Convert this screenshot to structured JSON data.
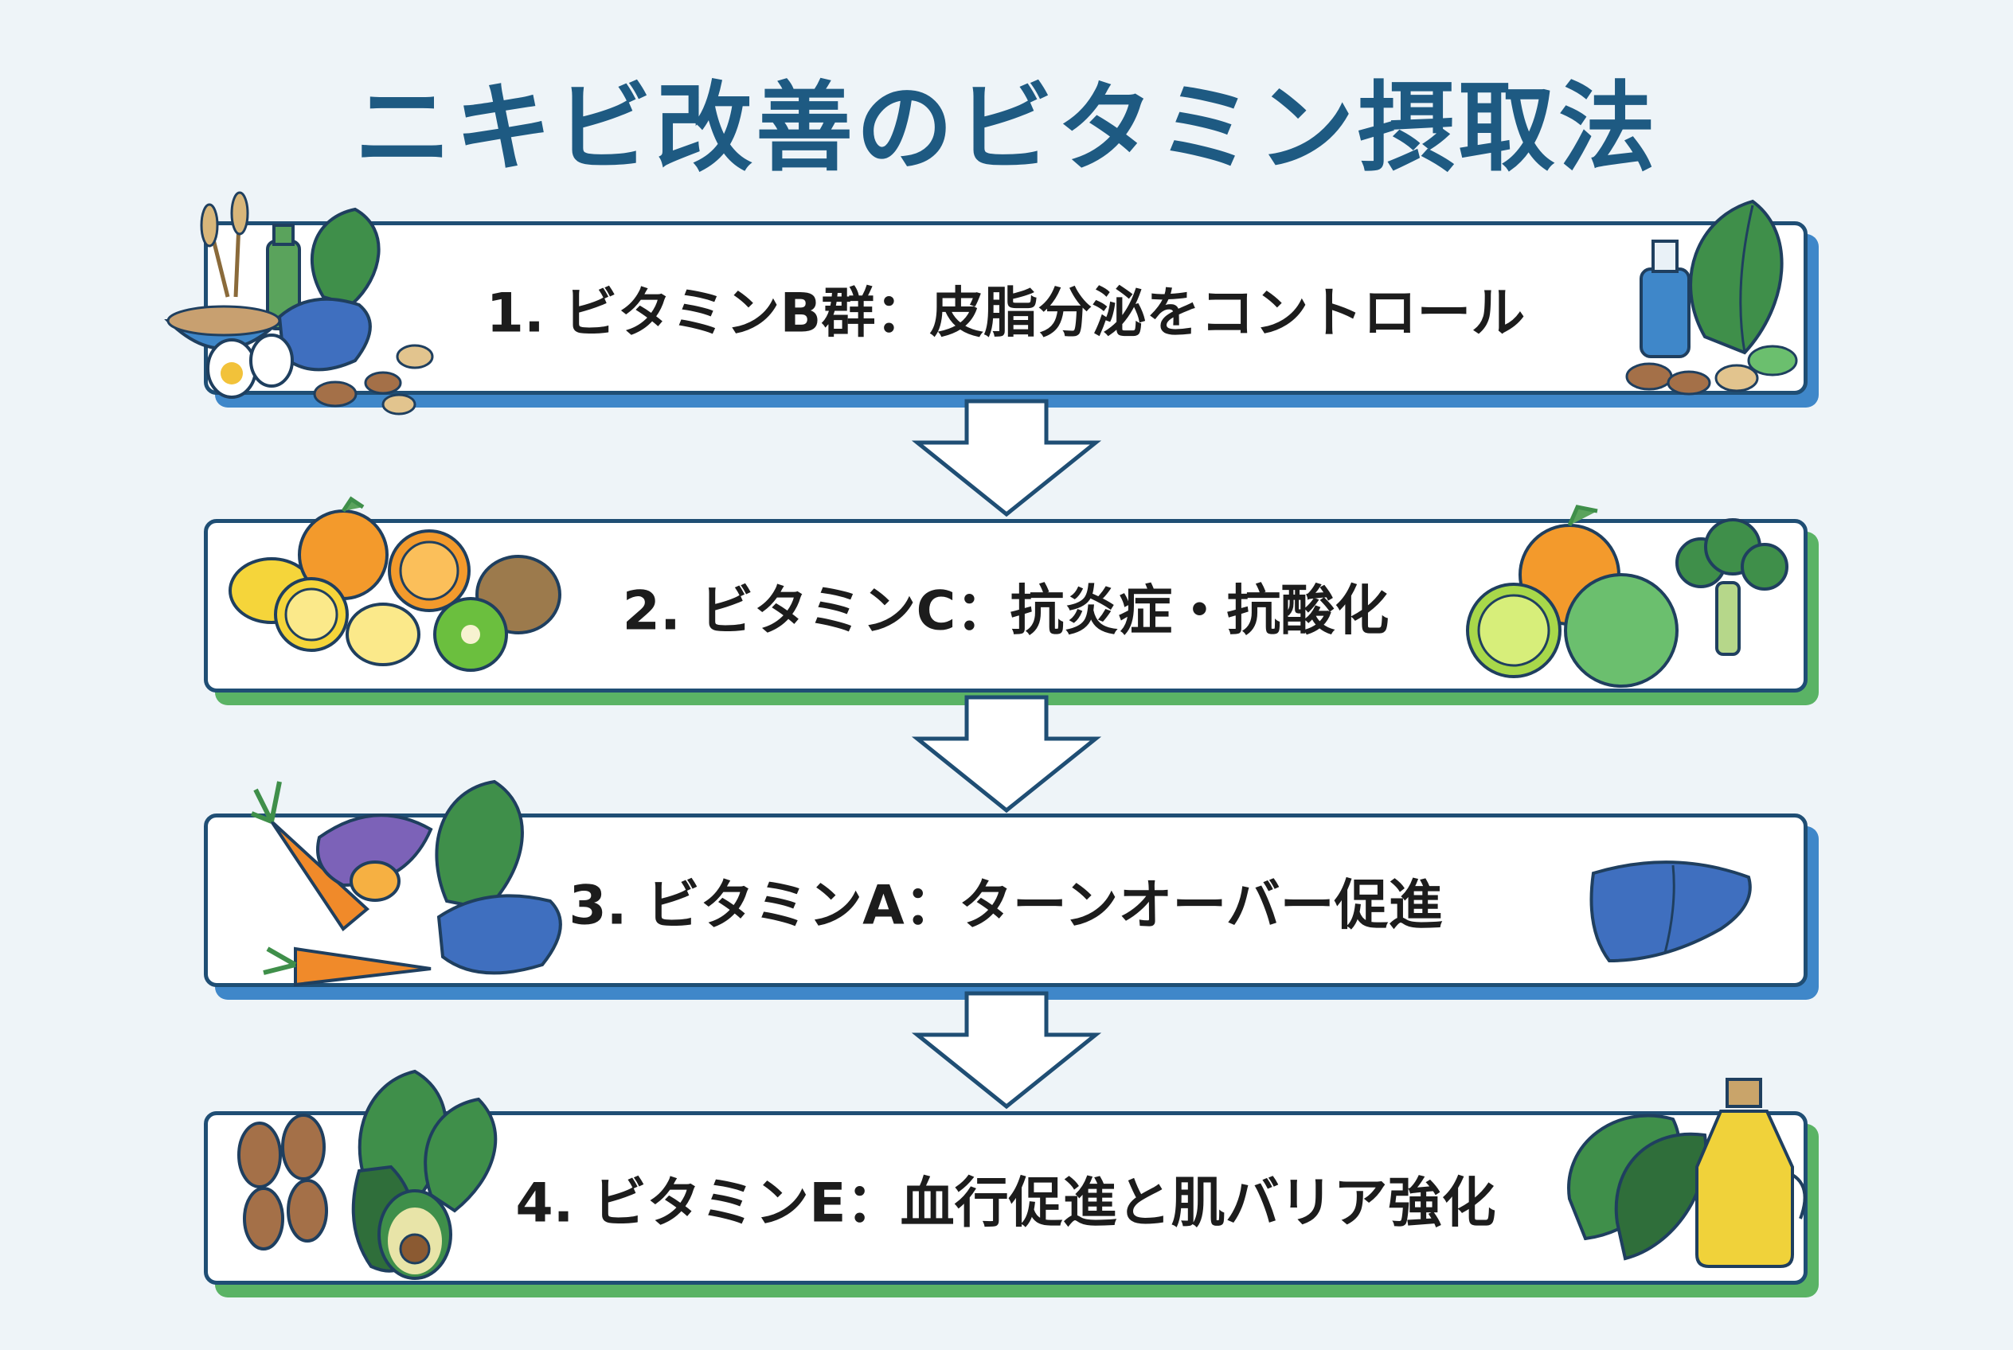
{
  "title": "ニキビ改善のビタミン摂取法",
  "steps": [
    {
      "label": "1. ビタミンB群：皮脂分泌をコントロール",
      "accent": "#3f87c9"
    },
    {
      "label": "2. ビタミンC：抗炎症・抗酸化",
      "accent": "#5ab365"
    },
    {
      "label": "3. ビタミンA：ターンオーバー促進",
      "accent": "#3f87c9"
    },
    {
      "label": "4. ビタミンE：血行促進と肌バリア強化",
      "accent": "#5ab365"
    }
  ],
  "icons": {
    "step1_left": "grains-eggs-liver-nuts-illustration",
    "step1_right": "oil-bottle-spinach-nuts-illustration",
    "step2_left": "lemon-orange-kiwi-illustration",
    "step2_right": "citrus-broccoli-illustration",
    "step3_left": "carrot-sweet-potato-spinach-liver-illustration",
    "step3_right": "liver-illustration",
    "step4_left": "almond-avocado-spinach-illustration",
    "step4_right": "spinach-olive-oil-illustration"
  },
  "colors": {
    "title": "#1e5a82",
    "border": "#1f4e74",
    "blue": "#3f87c9",
    "green": "#5ab365",
    "background": "#eef4f8"
  }
}
